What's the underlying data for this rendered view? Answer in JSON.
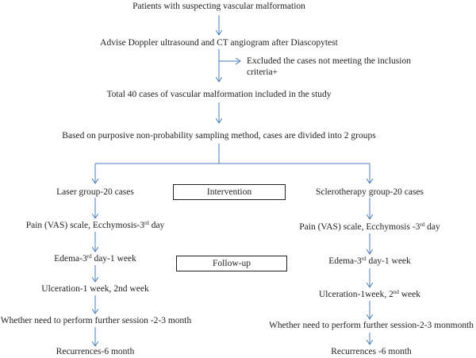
{
  "flow": {
    "start": "Patients with suspecting vascular malformation",
    "advise": "Advise Doppler ultrasound and CT angiogram after Diascopytest",
    "excluded_line1": "Excluded the cases not meeting the inclusion",
    "excluded_line2": "criteria+",
    "total": "Total 40 cases of vascular malformation included in the study",
    "sampling": "Based on purposive non-probability sampling method, cases are divided into 2 groups"
  },
  "boxes": {
    "intervention": "Intervention",
    "followup": "Follow-up"
  },
  "laser": {
    "group": "Laser group-20 cases",
    "pain_pre": "Pain (VAS) scale, Ecchymosis-3",
    "pain_sup": "rd",
    "pain_post": " day",
    "edema_pre": "Edema-3",
    "edema_sup": "rd",
    "edema_post": " day-1 week",
    "ulceration": "Ulceration-1 week, 2nd week",
    "session": "Whether need to perform further session -2-3 month",
    "recurrence": "Recurrences-6 month"
  },
  "sclero": {
    "group": "Sclerotherapy group-20 cases",
    "pain_pre": "Pain (VAS) scale, Ecchymosis -3",
    "pain_sup": "rd",
    "pain_post": " day",
    "edema_pre": "Edema-3",
    "edema_sup": "rd",
    "edema_post": " day-1 week",
    "ulceration_pre": "Ulceration-1week, 2",
    "ulceration_sup": "nd",
    "ulceration_post": " week",
    "session": "Whether need to perform further session-2-3 monmonth",
    "recurrence": "Recurrences -6 month"
  },
  "colors": {
    "arrow": "#4a7ebb",
    "text": "#231f20"
  }
}
